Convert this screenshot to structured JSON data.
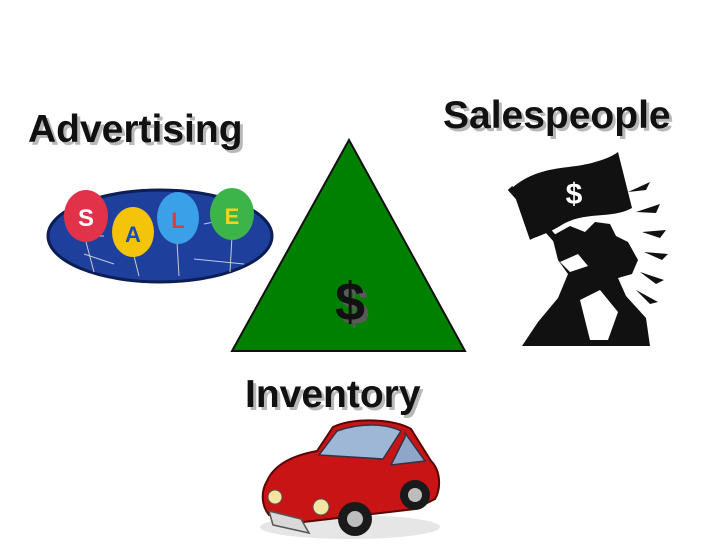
{
  "diagram": {
    "advertising": {
      "label": "Advertising",
      "banner_letters": [
        "S",
        "A",
        "L",
        "E"
      ]
    },
    "salespeople": {
      "label": "Salespeople",
      "flag_symbol": "$"
    },
    "triangle": {
      "symbol": "$"
    },
    "inventory": {
      "label": "Inventory"
    }
  },
  "colors": {
    "triangle_fill": "#008000",
    "banner_blue": "#1f3f9c",
    "car_red": "#c81414"
  },
  "icons": [
    "sale-balloons-banner",
    "salesperson-flag-icon",
    "car-icon"
  ]
}
